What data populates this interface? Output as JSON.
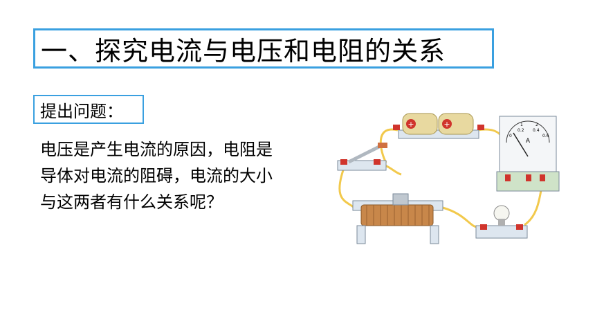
{
  "slide": {
    "title": "一、探究电流与电压和电阻的关系",
    "question_label": "提出问题：",
    "question_text": "电压是产生电流的原因，电阻是导体对电流的阻碍，电流的大小与这两者有什么关系呢？"
  },
  "diagram": {
    "ammeter_unit": "A",
    "ammeter_ticks": [
      "0",
      "0.2",
      "0.4",
      "0.6"
    ],
    "ammeter_top_ticks": [
      "1",
      "2"
    ],
    "battery_symbols": [
      "+",
      "+"
    ]
  },
  "colors": {
    "frame_border": "#3aa0e0",
    "wire": "#f2c94c",
    "battery": "#e8d9a0",
    "terminal": "#d0342c",
    "base": "#dde6ef"
  }
}
